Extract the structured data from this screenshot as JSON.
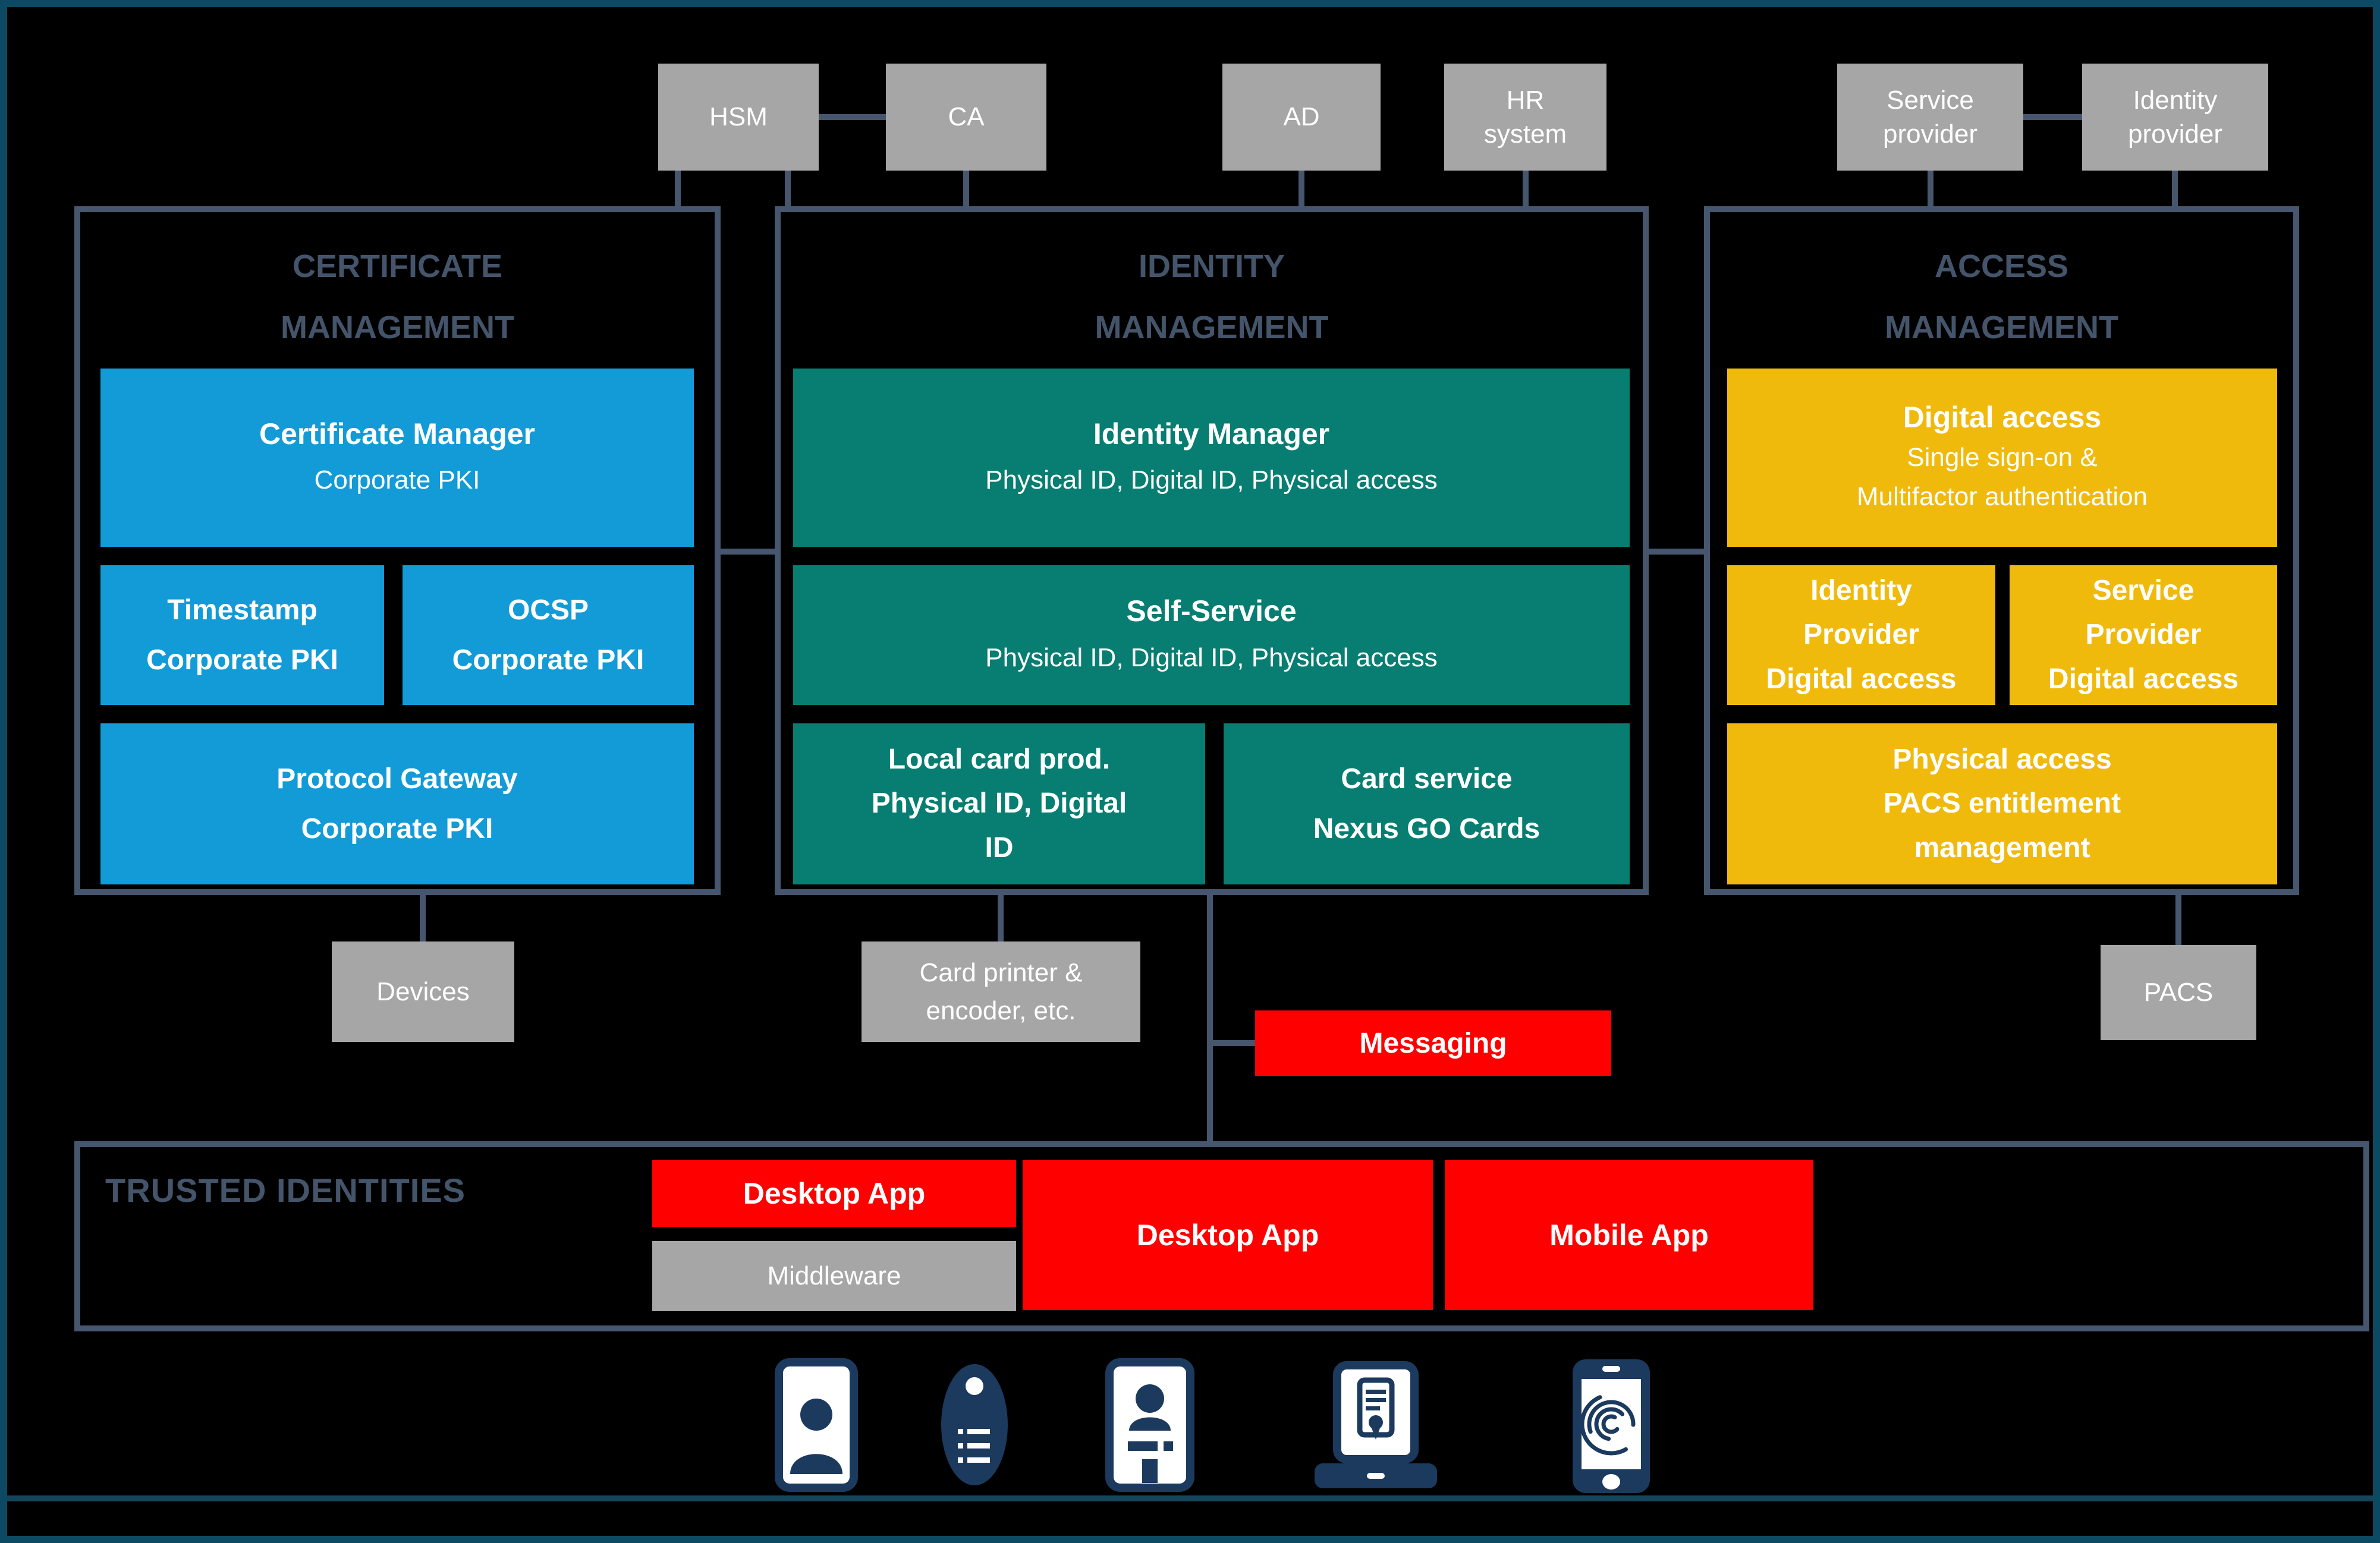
{
  "colors": {
    "background": "#000000",
    "frame": "#0B4A62",
    "connector": "#46566E",
    "section_title": "#44546A",
    "gray": "#A6A6A6",
    "blue": "#129BD7",
    "teal": "#077E71",
    "yellow": "#F0BA0D",
    "red": "#FF0000",
    "icon_navy": "#1C3A5E"
  },
  "top_boxes": [
    {
      "id": "hsm",
      "label": "HSM"
    },
    {
      "id": "ca",
      "label": "CA"
    },
    {
      "id": "ad",
      "label": "AD"
    },
    {
      "id": "hr_system",
      "label": "HR\nsystem"
    },
    {
      "id": "service_provider",
      "label": "Service\nprovider"
    },
    {
      "id": "identity_provider",
      "label": "Identity\nprovider"
    }
  ],
  "sections": {
    "certificate": {
      "title": "CERTIFICATE\nMANAGEMENT",
      "boxes": {
        "certificate_manager": {
          "title": "Certificate Manager",
          "subtitle": "Corporate PKI"
        },
        "timestamp": {
          "title": "Timestamp\nCorporate PKI"
        },
        "ocsp": {
          "title": "OCSP\nCorporate PKI"
        },
        "protocol_gateway": {
          "title": "Protocol Gateway\nCorporate PKI"
        }
      }
    },
    "identity": {
      "title": "IDENTITY\nMANAGEMENT",
      "boxes": {
        "identity_manager": {
          "title": "Identity Manager",
          "subtitle": "Physical ID, Digital ID, Physical access"
        },
        "self_service": {
          "title": "Self-Service",
          "subtitle": "Physical ID, Digital ID, Physical access"
        },
        "local_card_prod": {
          "title": "Local card prod.\nPhysical ID, Digital\nID"
        },
        "card_service": {
          "title": "Card service\nNexus GO Cards"
        }
      }
    },
    "access": {
      "title": "ACCESS\nMANAGEMENT",
      "boxes": {
        "digital_access": {
          "title": "Digital access",
          "subtitle": "Single sign-on &\nMultifactor authentication"
        },
        "identity_provider": {
          "title": "Identity\nProvider\nDigital access"
        },
        "service_provider": {
          "title": "Service\nProvider\nDigital access"
        },
        "physical_access": {
          "title": "Physical access\nPACS entitlement\nmanagement"
        }
      }
    }
  },
  "peripherals": {
    "devices": "Devices",
    "card_printer": "Card printer &\nencoder, etc.",
    "messaging": "Messaging",
    "pacs": "PACS"
  },
  "trusted": {
    "title": "TRUSTED IDENTITIES",
    "desktop_app_small": "Desktop App",
    "middleware": "Middleware",
    "desktop_app_large": "Desktop App",
    "mobile_app": "Mobile App"
  },
  "icons": [
    "id-card-icon",
    "key-fob-icon",
    "id-badge-icon",
    "laptop-certificate-icon",
    "phone-fingerprint-icon"
  ]
}
